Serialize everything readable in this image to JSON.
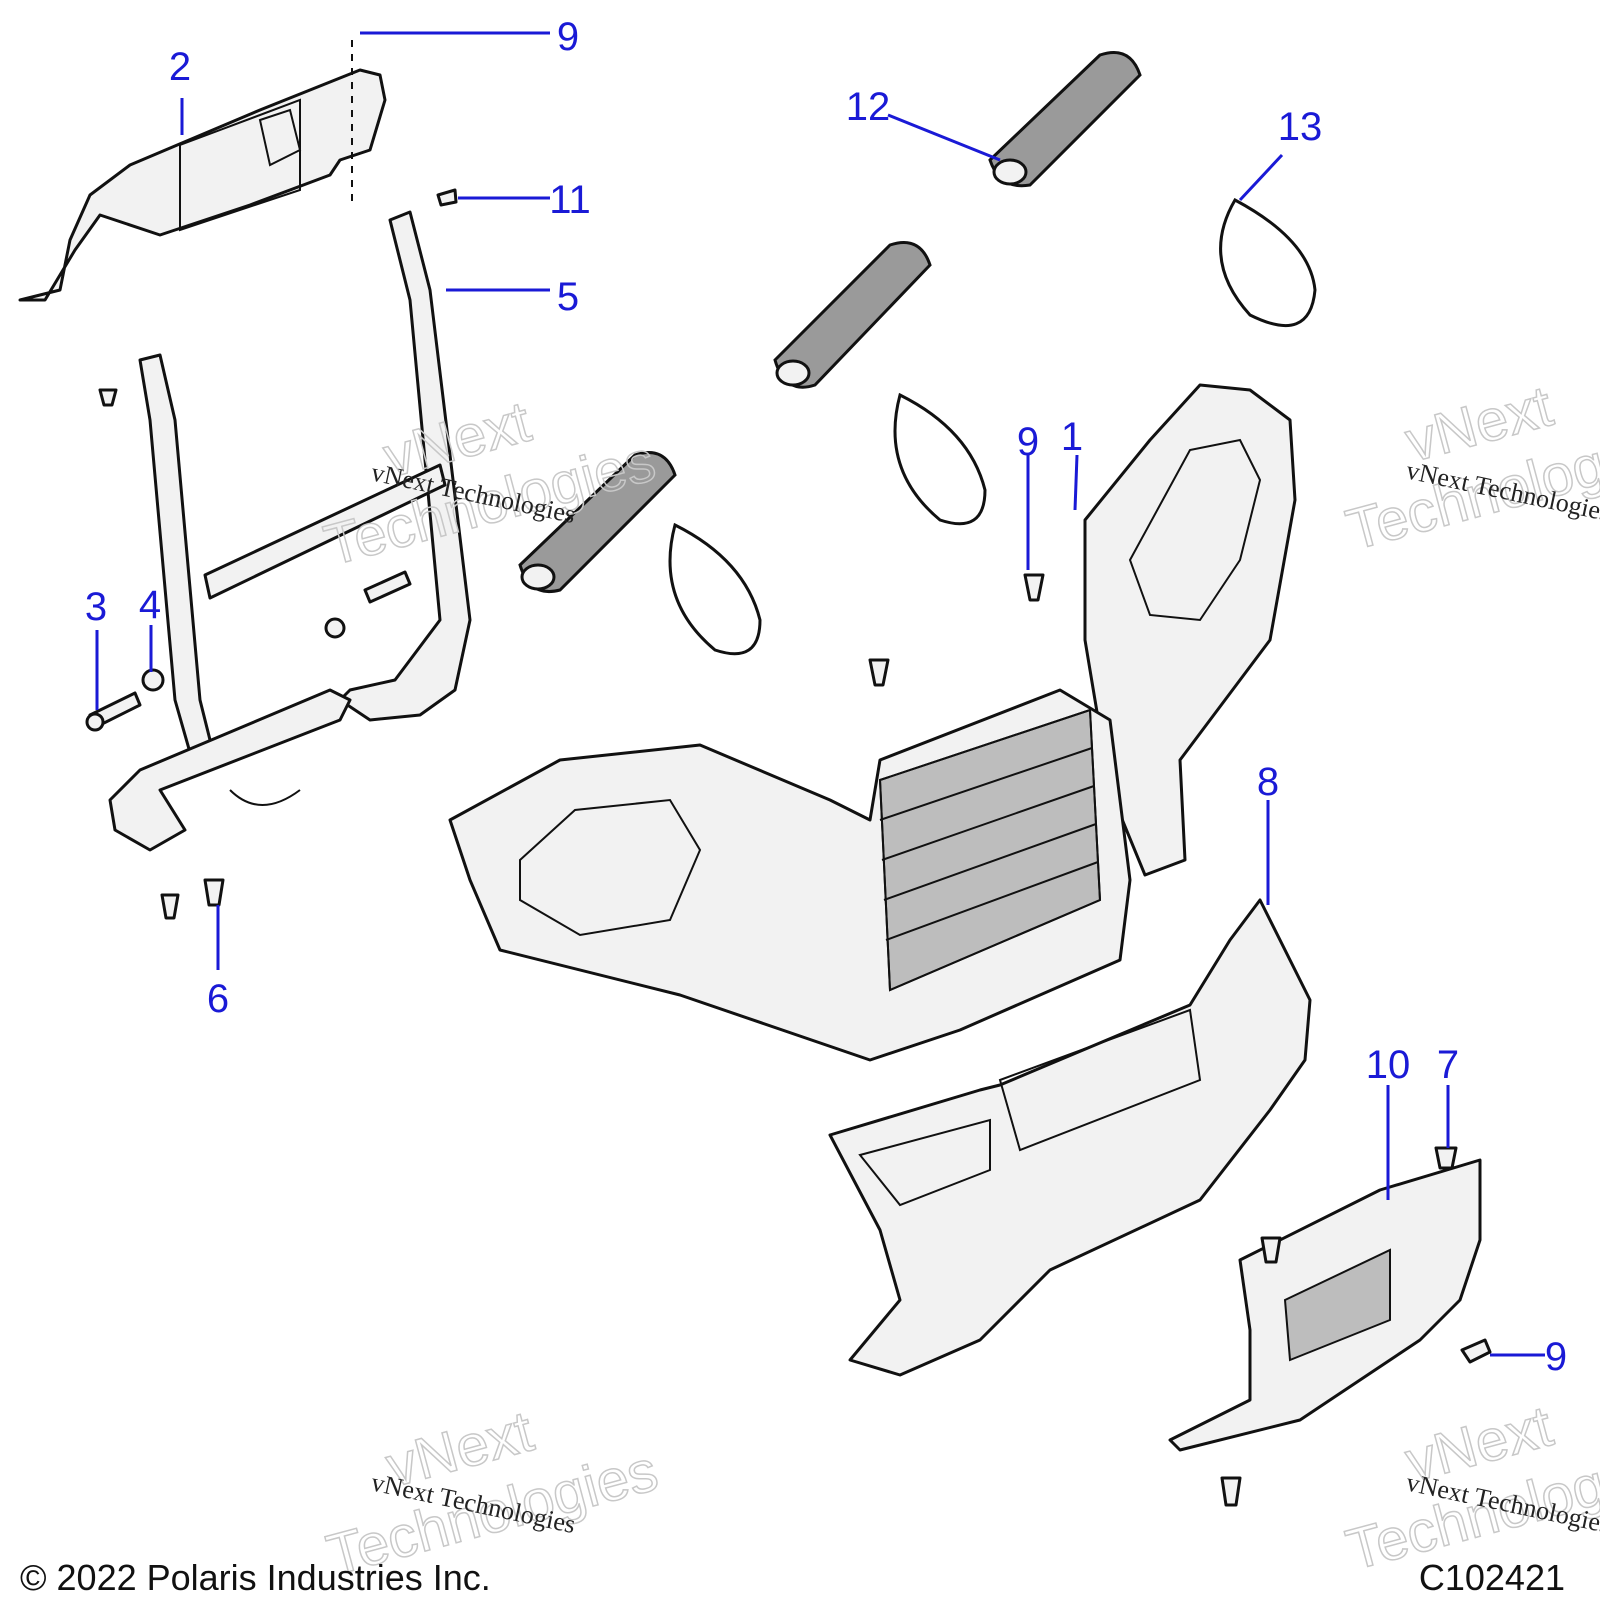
{
  "diagram": {
    "callouts": [
      {
        "id": "c1",
        "label": "1"
      },
      {
        "id": "c2",
        "label": "2"
      },
      {
        "id": "c3",
        "label": "3"
      },
      {
        "id": "c4",
        "label": "4"
      },
      {
        "id": "c5",
        "label": "5"
      },
      {
        "id": "c6",
        "label": "6"
      },
      {
        "id": "c7",
        "label": "7"
      },
      {
        "id": "c8",
        "label": "8"
      },
      {
        "id": "c9a",
        "label": "9"
      },
      {
        "id": "c9b",
        "label": "9"
      },
      {
        "id": "c9c",
        "label": "9"
      },
      {
        "id": "c10",
        "label": "10"
      },
      {
        "id": "c11",
        "label": "11"
      },
      {
        "id": "c12",
        "label": "12"
      },
      {
        "id": "c13",
        "label": "13"
      }
    ],
    "accent_color": "#1a1ad6"
  },
  "watermark": {
    "brand": "vNext",
    "line2": "Technologies",
    "small": "vNext Technologies"
  },
  "footer": {
    "copyright": "© 2022 Polaris Industries Inc.",
    "figure_id": "C102421"
  }
}
